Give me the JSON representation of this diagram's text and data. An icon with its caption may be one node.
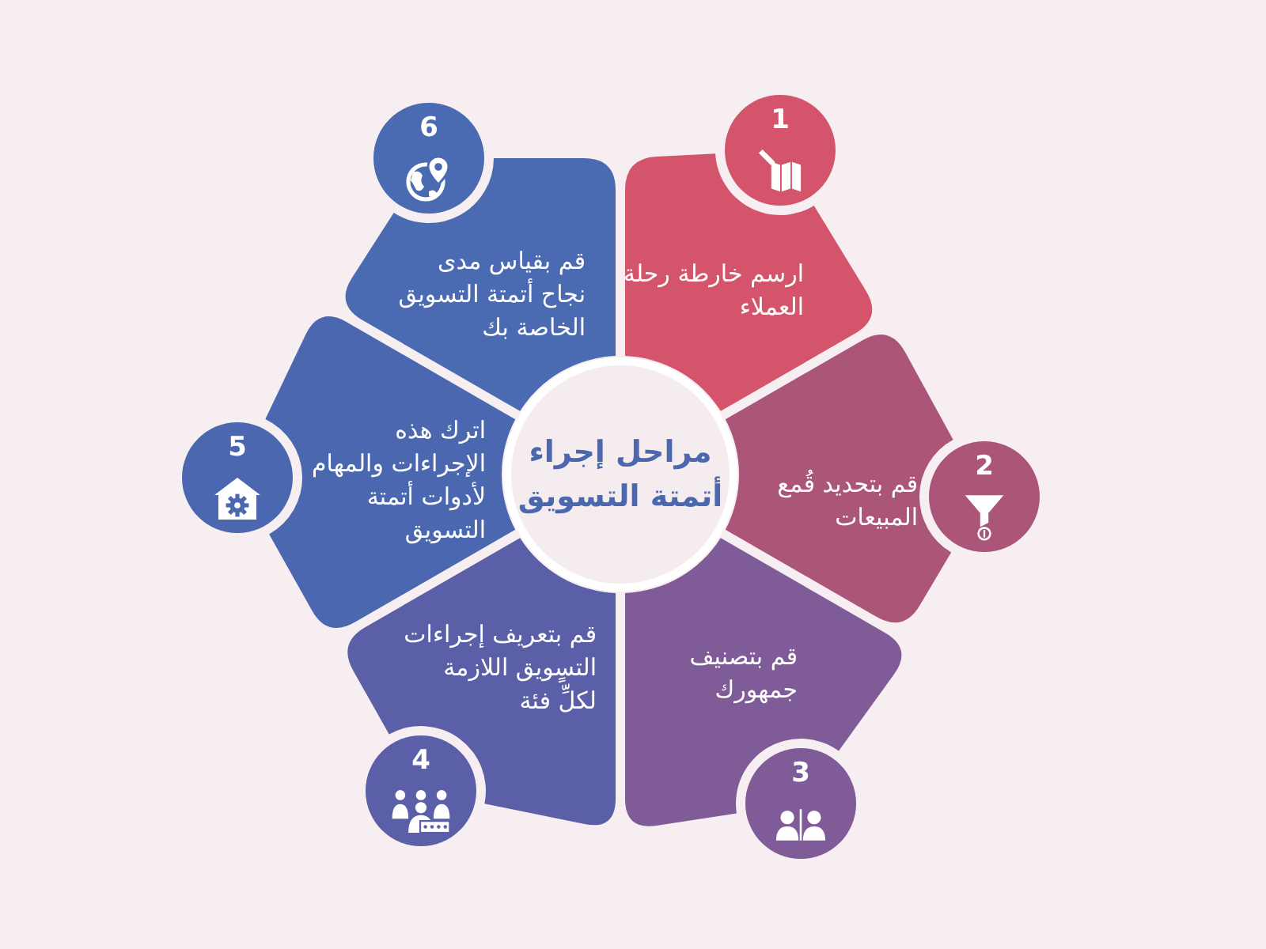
{
  "diagram": {
    "nodes": [
      {
        "text": [
          "مراحل إجراء أتمتة التسويق"
        ]
      },
      {
        "text": [
          "1"
        ]
      },
      {
        "text": [
          "ارسم خارطة رحلة العملاء"
        ]
      },
      {
        "text": [
          "2"
        ]
      },
      {
        "text": [
          "قم بتحديد قُمع المبيعات"
        ]
      },
      {
        "text": [
          "3"
        ]
      },
      {
        "text": [
          "قم بتصنيف جمهورك"
        ]
      },
      {
        "text": [
          "4"
        ]
      },
      {
        "text": [
          "قم بتعريف إجراءات التسٍويق اللازمة لكلِّ فئة"
        ]
      },
      {
        "text": [
          "5"
        ]
      },
      {
        "text": [
          "اترك هذه الإجراءات والمهام لأدوات أتمتة التسويق"
        ]
      },
      {
        "text": [
          "6"
        ]
      },
      {
        "text": [
          "قم بقياس مدى نجاح أتمتة التسويق الخاصة بك"
        ]
      }
    ]
  }
}
